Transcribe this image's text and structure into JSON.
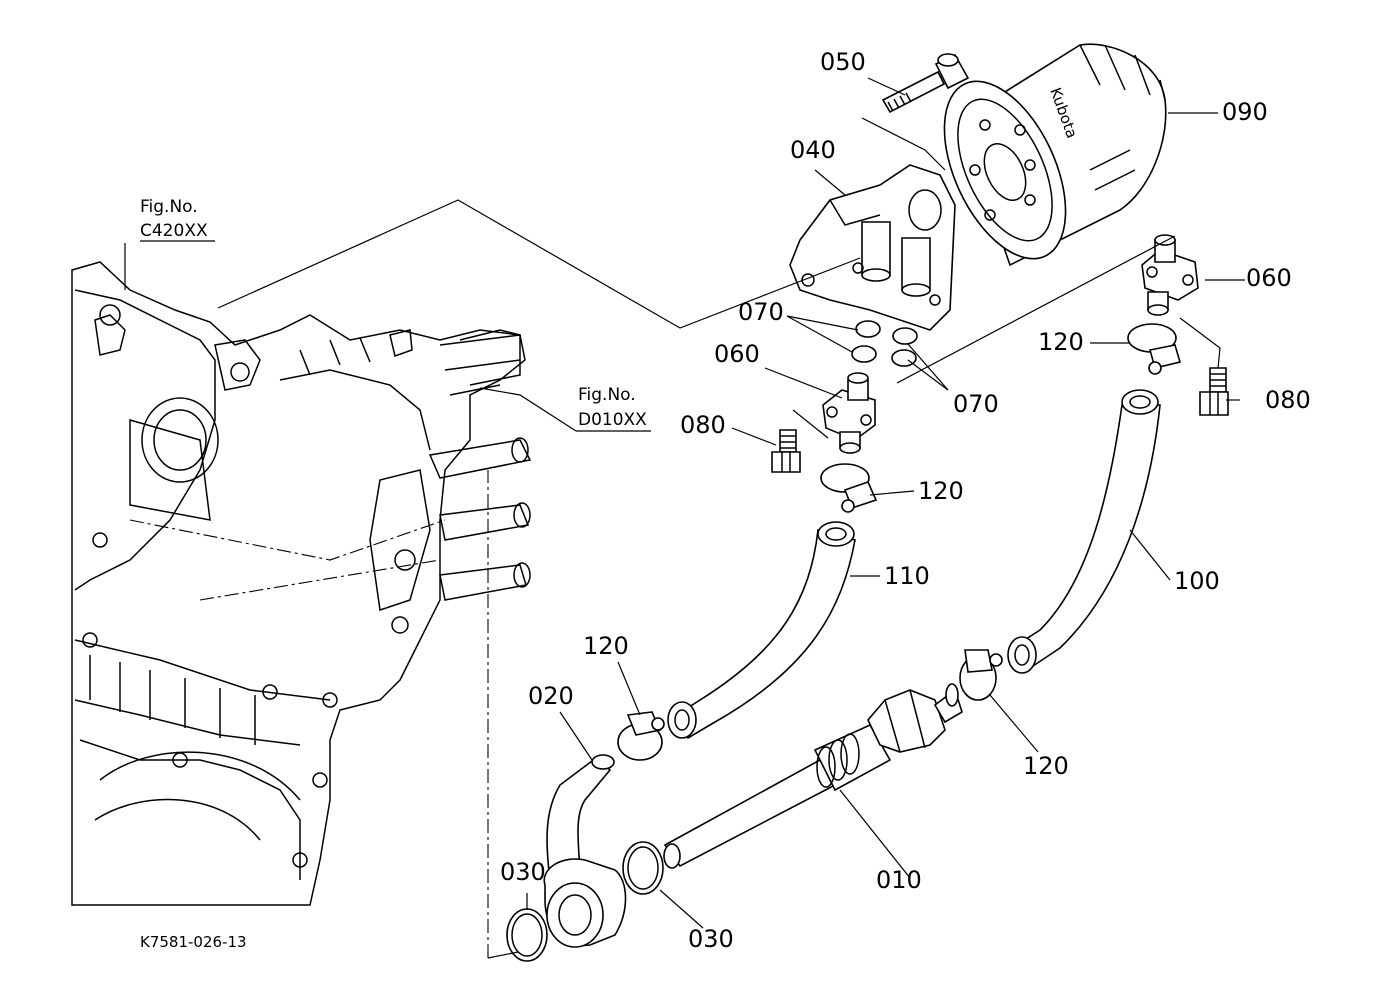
{
  "diagram": {
    "figure_refs": [
      {
        "label": "Fig.No.",
        "code": "C420XX"
      },
      {
        "label": "Fig.No.",
        "code": "D010XX"
      }
    ],
    "callouts": {
      "p050": "050",
      "p090": "090",
      "p040": "040",
      "p070_a": "070",
      "p070_b": "070",
      "p060_a": "060",
      "p060_b": "060",
      "p080_a": "080",
      "p080_b": "080",
      "p120_a": "120",
      "p120_b": "120",
      "p120_c": "120",
      "p120_d": "120",
      "p110": "110",
      "p100": "100",
      "p020": "020",
      "p030_a": "030",
      "p030_b": "030",
      "p010": "010"
    },
    "filter_brand": "Kubota",
    "drawing_code": "K7581-026-13"
  }
}
